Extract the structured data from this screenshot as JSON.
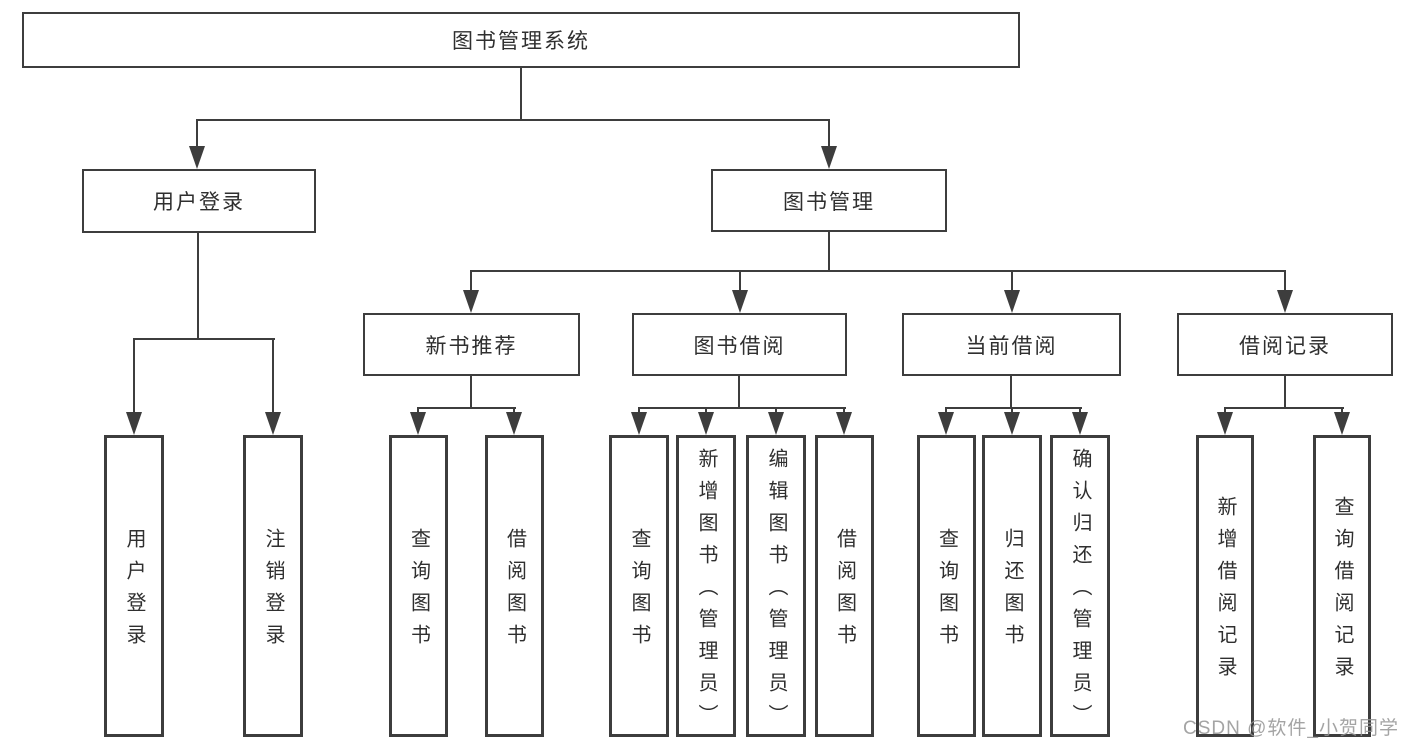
{
  "diagram": {
    "root": {
      "label": "图书管理系统"
    },
    "user_login": {
      "label": "用户登录",
      "children": [
        {
          "label": "用户登录"
        },
        {
          "label": "注销登录"
        }
      ]
    },
    "book_management": {
      "label": "图书管理",
      "sections": [
        {
          "label": "新书推荐",
          "children": [
            {
              "label": "查询图书"
            },
            {
              "label": "借阅图书"
            }
          ]
        },
        {
          "label": "图书借阅",
          "children": [
            {
              "label": "查询图书"
            },
            {
              "label": "新增图书（管理员）"
            },
            {
              "label": "编辑图书（管理员）"
            },
            {
              "label": "借阅图书"
            }
          ]
        },
        {
          "label": "当前借阅",
          "children": [
            {
              "label": "查询图书"
            },
            {
              "label": "归还图书"
            },
            {
              "label": "确认归还（管理员）"
            }
          ]
        },
        {
          "label": "借阅记录",
          "children": [
            {
              "label": "新增借阅记录"
            },
            {
              "label": "查询借阅记录"
            }
          ]
        }
      ]
    }
  },
  "watermark": {
    "text": "CSDN @软件_小贺同学"
  },
  "colors": {
    "line": "#3d3d3d",
    "text": "#2f2f2f",
    "watermark": "#949494",
    "background": "#ffffff"
  }
}
